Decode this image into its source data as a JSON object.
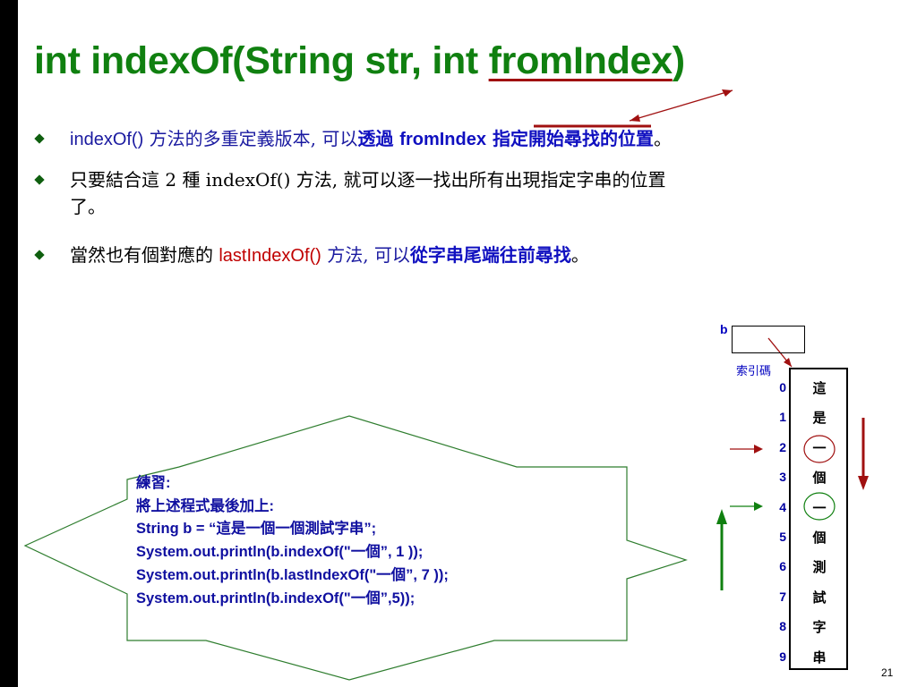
{
  "title": {
    "prefix": "int indexOf(String str, int ",
    "param": "fromIndex",
    "suffix": ")"
  },
  "bullets": [
    {
      "parts": [
        {
          "text": "indexOf()",
          "style": "sans blue"
        },
        {
          "text": " 方法的多重定義版本, 可以",
          "style": "blue"
        },
        {
          "text": "透過 ",
          "style": "blue-b"
        },
        {
          "text": "fromIndex",
          "style": "sans blue-b"
        },
        {
          "text": " 指定開始尋找的位置",
          "style": "blue-b"
        },
        {
          "text": "。",
          "style": ""
        }
      ]
    },
    {
      "line1": "只要結合這 2 種 indexOf() 方法, 就可以逐一找出所有出現指定字串的位置",
      "line2": "了。"
    },
    {
      "parts": [
        {
          "text": "當然也有個對應的 ",
          "style": ""
        },
        {
          "text": "lastIndexOf()",
          "style": "sans red"
        },
        {
          "text": " 方法, 可以",
          "style": "blue"
        },
        {
          "text": "從字串尾端往前尋找",
          "style": "blue-b"
        },
        {
          "text": "。",
          "style": ""
        }
      ]
    }
  ],
  "practice": [
    "練習:",
    "將上述程式最後加上:",
    "String b = “這是一個一個測試字串”;",
    "System.out.println(b.indexOf(\"一個”, 1 ));",
    "System.out.println(b.lastIndexOf(\"一個”, 7 ));",
    "System.out.println(b.indexOf(\"一個”,5));"
  ],
  "diagram": {
    "variable": "b",
    "index_label": "索引碼",
    "indices": [
      "0",
      "1",
      "2",
      "3",
      "4",
      "5",
      "6",
      "7",
      "8",
      "9"
    ],
    "chars": [
      "這",
      "是",
      "一",
      "個",
      "一",
      "個",
      "測",
      "試",
      "字",
      "串"
    ],
    "circled_indices": [
      2,
      4
    ]
  },
  "page_number": "21",
  "colors": {
    "title": "#108010",
    "bullet_marker": "#0f5f0f",
    "blue": "#1a1aa0",
    "red": "#c00000",
    "arrow_red": "#a01010",
    "arrow_green": "#108010"
  }
}
